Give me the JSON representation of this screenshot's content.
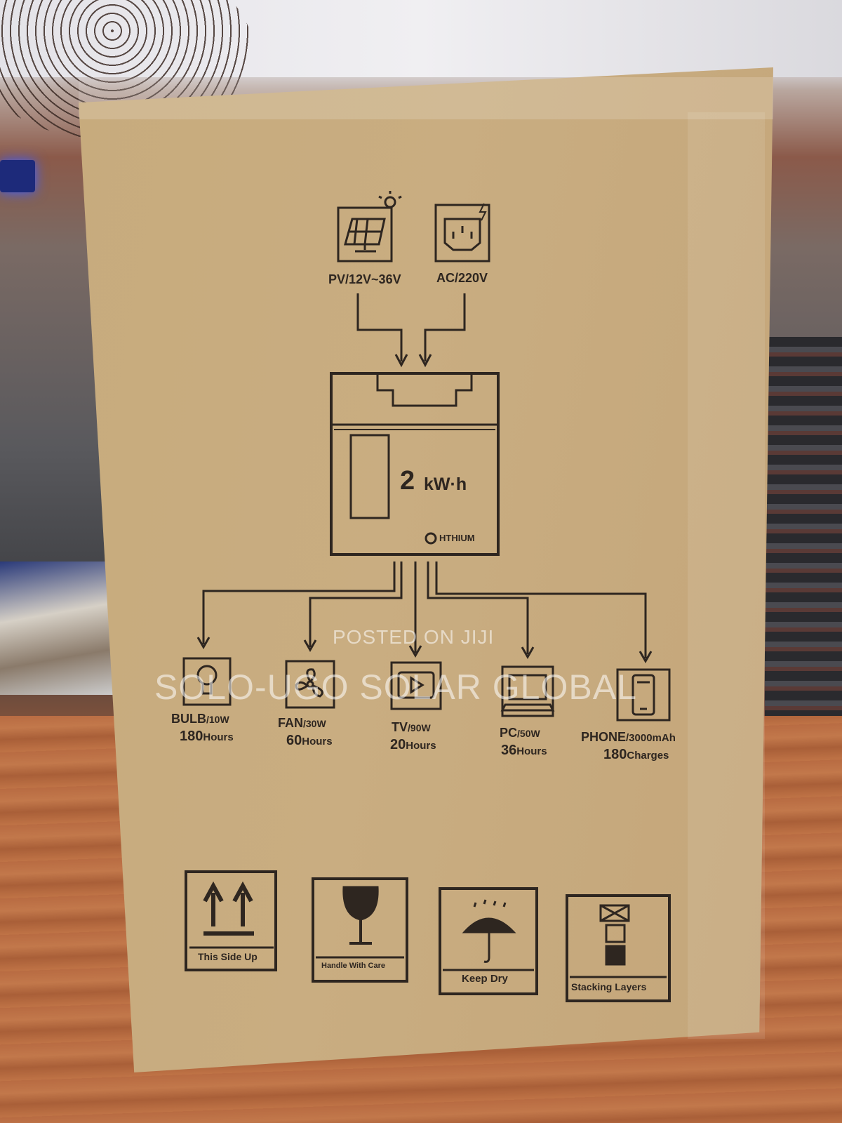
{
  "inputs": {
    "pv": "PV/12V~36V",
    "ac": "AC/220V"
  },
  "device": {
    "capacity": "2",
    "unit": "kW·h",
    "brand": "HTHIUM"
  },
  "appliances": [
    {
      "name": "BULB",
      "power": "/10W",
      "amount": "180",
      "unit": "Hours"
    },
    {
      "name": "FAN",
      "power": "/30W",
      "amount": "60",
      "unit": "Hours"
    },
    {
      "name": "TV",
      "power": "/90W",
      "amount": "20",
      "unit": "Hours"
    },
    {
      "name": "PC",
      "power": "/50W",
      "amount": "36",
      "unit": "Hours"
    },
    {
      "name": "PHONE",
      "power": "/3000mAh",
      "amount": "180",
      "unit": "Charges"
    }
  ],
  "handling": [
    {
      "label": "This Side Up",
      "icon": "up-arrows-icon"
    },
    {
      "label": "Handle With Care",
      "icon": "fragile-glass-icon"
    },
    {
      "label": "Keep Dry",
      "icon": "umbrella-icon"
    },
    {
      "label": "Stacking Layers",
      "icon": "stacking-limit-icon"
    }
  ],
  "watermark": {
    "line1": "POSTED ON JIJI",
    "line2": "SOLO-UGO SOLAR GLOBAL"
  },
  "colors": {
    "ink": "#2e2620",
    "cardboard": "#c7ab7d"
  }
}
